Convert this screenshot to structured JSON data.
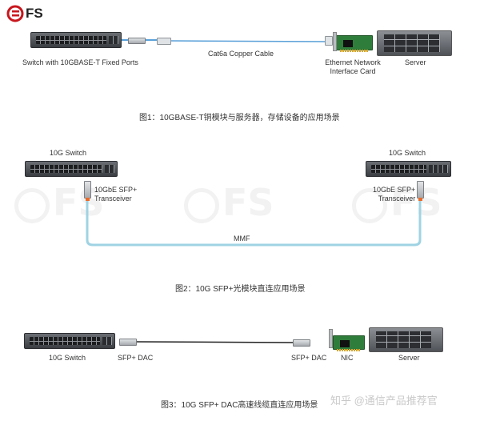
{
  "brand": {
    "logo_text": "FS",
    "logo_color": "#c8161d"
  },
  "figure1": {
    "switch_label": "Switch with 10GBASE-T Fixed Ports",
    "cable_label": "Cat6a Copper Cable",
    "nic_label": "Ethernet Network\nInterface Card",
    "server_label": "Server",
    "caption": "图1：10GBASE-T铜模块与服务器，存储设备的应用场景"
  },
  "figure2": {
    "left_switch_label": "10G Switch",
    "right_switch_label": "10G Switch",
    "left_transceiver_label": "10GbE SFP+\nTransceiver",
    "right_transceiver_label": "10GbE SFP+\nTransceiver",
    "fiber_label": "MMF",
    "caption": "图2：10G SFP+光模块直连应用场景"
  },
  "figure3": {
    "switch_label": "10G Switch",
    "left_dac_label": "SFP+ DAC",
    "right_dac_label": "SFP+ DAC",
    "nic_label": "NIC",
    "server_label": "Server",
    "caption": "图3：10G SFP+ DAC高速线缆直连应用场景",
    "credit": "知乎 @通信产品推荐官"
  },
  "colors": {
    "copper_cable": "#5aa0d8",
    "fiber": "#9fd3e3",
    "dac_cable": "#222222"
  }
}
